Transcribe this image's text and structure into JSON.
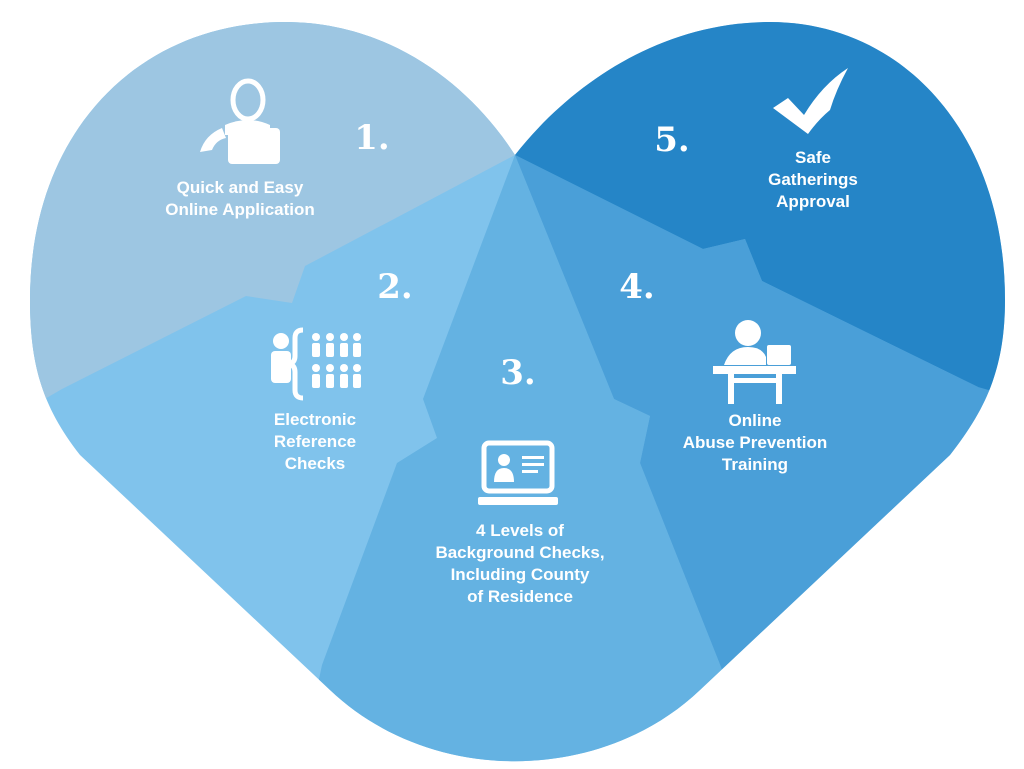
{
  "colors": {
    "step1": "#9dc6e2",
    "step2": "#80c3ec",
    "step3": "#64b2e2",
    "step4": "#4a9fd8",
    "step5": "#2585c7"
  },
  "steps": [
    {
      "number": "1.",
      "icon": "person-laptop-icon",
      "lines": [
        "Quick and Easy",
        "Online Application"
      ]
    },
    {
      "number": "2.",
      "icon": "reference-people-icon",
      "lines": [
        "Electronic",
        "Reference",
        "Checks"
      ]
    },
    {
      "number": "3.",
      "icon": "id-laptop-icon",
      "lines": [
        "4 Levels of",
        "Background Checks,",
        "Including County",
        "of Residence"
      ]
    },
    {
      "number": "4.",
      "icon": "person-desk-icon",
      "lines": [
        "Online",
        "Abuse Prevention",
        "Training"
      ]
    },
    {
      "number": "5.",
      "icon": "checkmark-icon",
      "lines": [
        "Safe",
        "Gatherings",
        "Approval"
      ]
    }
  ]
}
